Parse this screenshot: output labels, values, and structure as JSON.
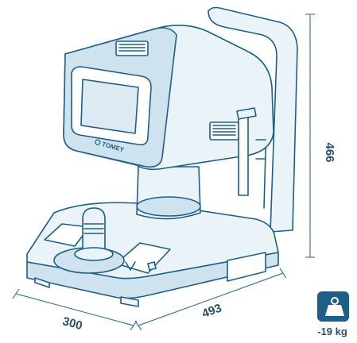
{
  "colors": {
    "line": "#1f5f87",
    "fill": "#eaf3f8",
    "fill_dark": "#cfe3ee",
    "text": "#2a4f6a"
  },
  "dimensions": {
    "height": "466",
    "width": "493",
    "depth": "300"
  },
  "device": {
    "brand_logo": "TOMEY"
  },
  "weight": {
    "label": "-19 kg",
    "icon": "weight-icon"
  }
}
